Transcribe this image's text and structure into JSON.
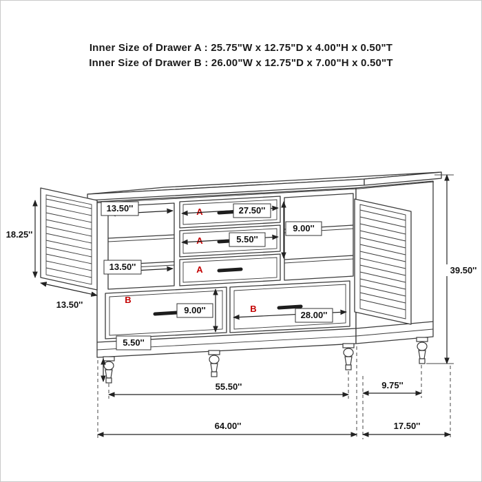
{
  "page": {
    "background": "#ffffff",
    "border_color": "#c9c9c9"
  },
  "header": {
    "line1": "Inner Size of Drawer A : 25.75\"W x 12.75\"D x 4.00\"H x 0.50\"T",
    "line2": "Inner Size of Drawer B : 26.00\"W x 12.75\"D x 7.00\"H x 0.50\"T"
  },
  "colors": {
    "line": "#3a3a3a",
    "dimension_text": "#111111",
    "drawer_letter": "#c40000"
  },
  "drawers": {
    "a_label": "A",
    "b_label": "B"
  },
  "dimensions": {
    "door_height": "18.25''",
    "door_width": "13.50''",
    "shelf_width_top": "13.50''",
    "drawer_a_width": "27.50''",
    "center_stack_height": "9.00''",
    "drawer_a_front_height": "5.50''",
    "shelf_width_bottom": "13.50''",
    "drawer_b_height": "9.00''",
    "drawer_b_width": "28.00''",
    "leg_height": "5.50''",
    "overall_height": "39.50''",
    "base_width": "55.50''",
    "leg_depth_spacing": "9.75''",
    "overall_width": "64.00''",
    "overall_depth": "17.50''"
  }
}
